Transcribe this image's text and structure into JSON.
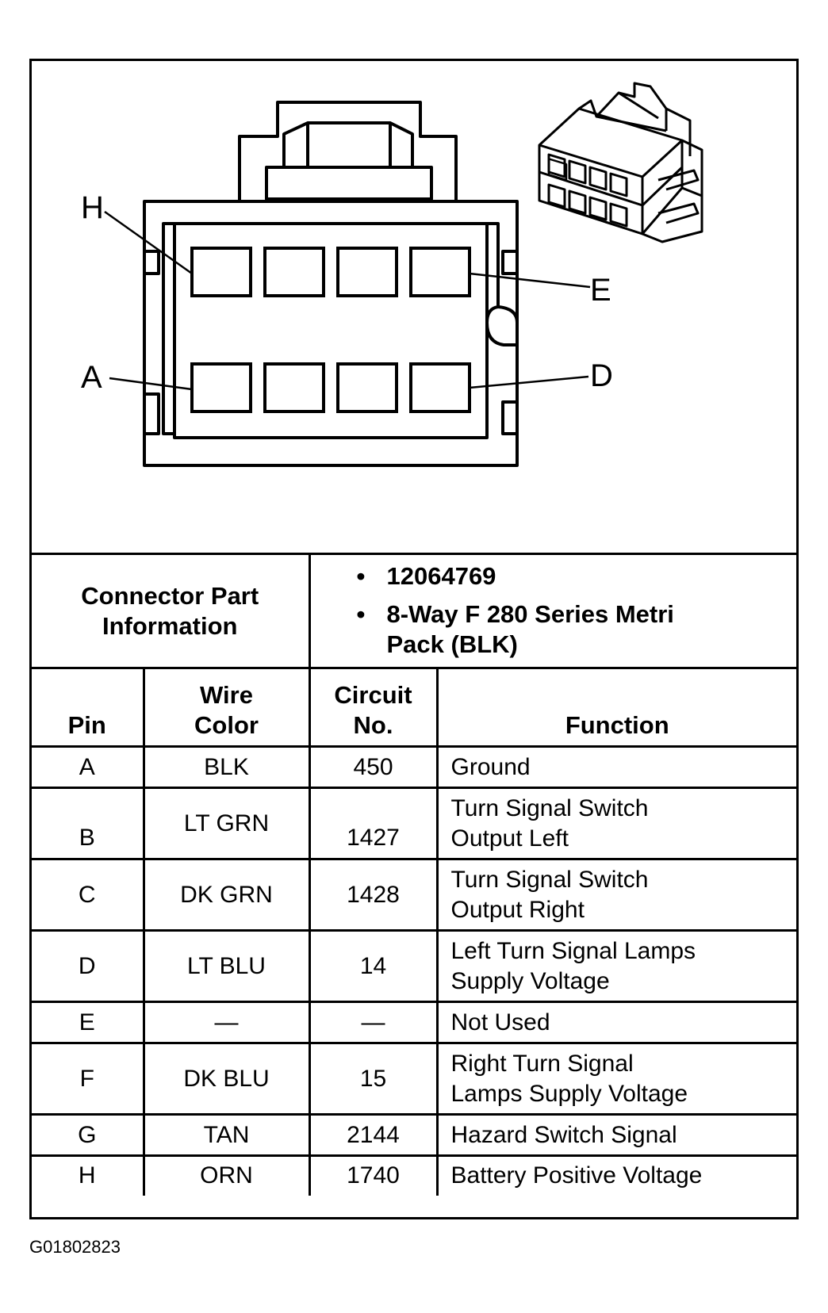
{
  "diagram": {
    "pin_labels": {
      "H": "H",
      "E": "E",
      "A": "A",
      "D": "D"
    }
  },
  "connector_info": {
    "heading_line1": "Connector Part",
    "heading_line2": "Information",
    "part_number": "12064769",
    "description_line1": "8-Way F 280 Series Metri",
    "description_line2": "Pack (BLK)"
  },
  "table": {
    "headers": {
      "pin": "Pin",
      "wire_color_line1": "Wire",
      "wire_color_line2": "Color",
      "circuit_line1": "Circuit",
      "circuit_line2": "No.",
      "function": "Function"
    },
    "rows": [
      {
        "pin": "A",
        "color": "BLK",
        "circuit": "450",
        "function": [
          "Ground"
        ]
      },
      {
        "pin": "B",
        "color": "LT GRN",
        "circuit": "1427",
        "function": [
          "Turn Signal Switch",
          "Output Left"
        ]
      },
      {
        "pin": "C",
        "color": "DK GRN",
        "circuit": "1428",
        "function": [
          "Turn Signal Switch",
          "Output Right"
        ]
      },
      {
        "pin": "D",
        "color": "LT BLU",
        "circuit": "14",
        "function": [
          "Left Turn Signal Lamps",
          "Supply Voltage"
        ]
      },
      {
        "pin": "E",
        "color": "—",
        "circuit": "—",
        "function": [
          "Not Used"
        ]
      },
      {
        "pin": "F",
        "color": "DK BLU",
        "circuit": "15",
        "function": [
          "Right Turn Signal",
          "Lamps Supply Voltage"
        ]
      },
      {
        "pin": "G",
        "color": "TAN",
        "circuit": "2144",
        "function": [
          "Hazard Switch Signal"
        ]
      },
      {
        "pin": "H",
        "color": "ORN",
        "circuit": "1740",
        "function": [
          "Battery Positive Voltage"
        ]
      }
    ]
  },
  "footer": {
    "code": "G01802823"
  }
}
